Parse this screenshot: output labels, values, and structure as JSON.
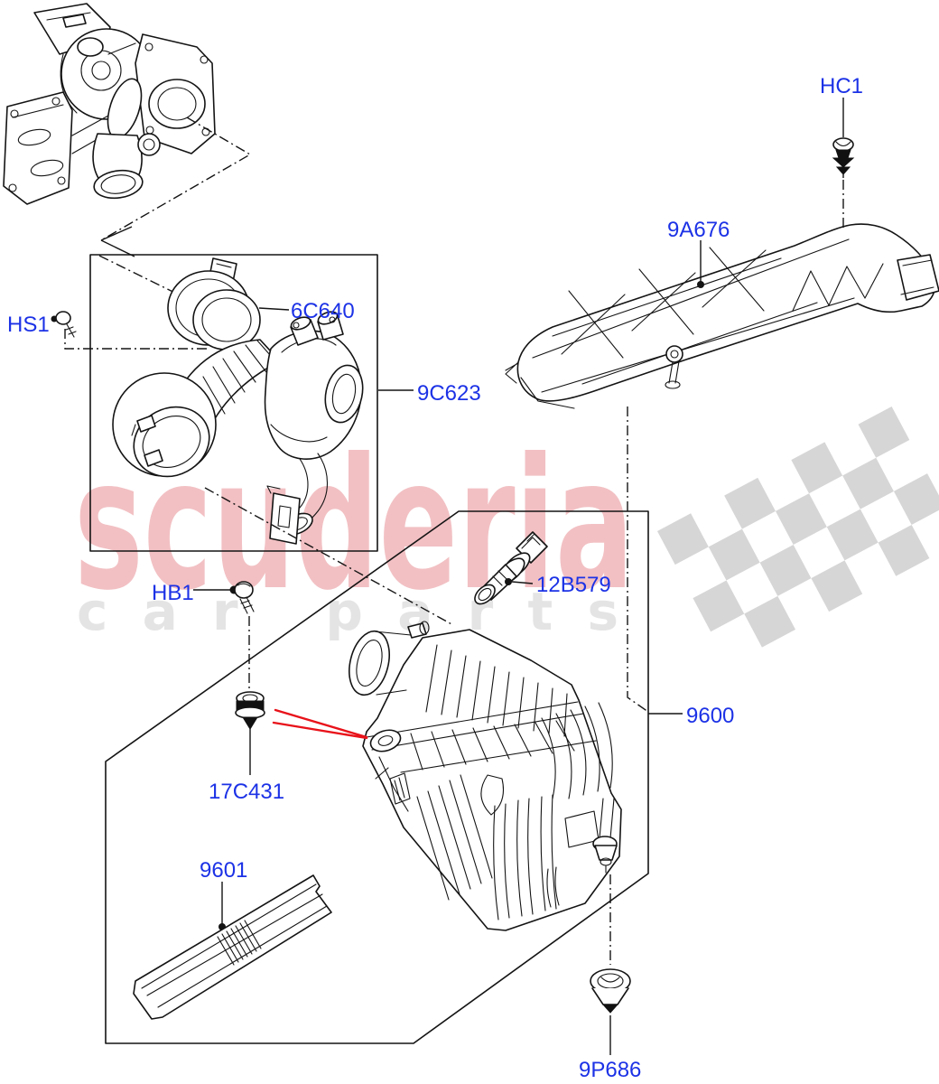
{
  "document_type": "exploded-parts-diagram",
  "subject": "air-cleaner-and-intake-components",
  "watermark": {
    "brand": "scuderia",
    "tagline": "car parts",
    "brand_color": "#f2c0c3",
    "tagline_color": "#e4e4e4",
    "flag_color": "#d6d6d6"
  },
  "colors": {
    "background": "#ffffff",
    "line": "#141414",
    "part_label": "#1c32e6",
    "pointer_arrow": "#e8121a"
  },
  "labels": {
    "hc1": "HC1",
    "a9676": "9A676",
    "c6640": "6C640",
    "hs1": "HS1",
    "c9623": "9C623",
    "b12579": "12B579",
    "hb1": "HB1",
    "n9600": "9600",
    "c17431": "17C431",
    "n9601": "9601",
    "p9686": "9P686"
  }
}
